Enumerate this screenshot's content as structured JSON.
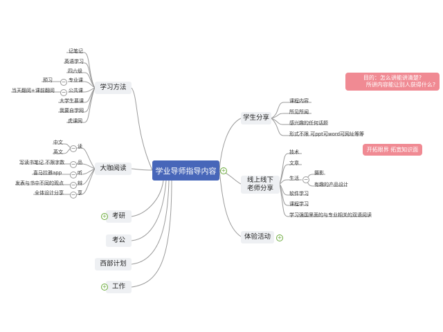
{
  "center": "学业导师指导内容",
  "callouts": {
    "goal_line1": "目的：怎么讲能讲清楚?",
    "goal_line2": "所讲内容能让别人获得什么?",
    "expand": "开拓眼界 拓宽知识面"
  },
  "left": {
    "study": {
      "title": "学习方法",
      "items": [
        "记笔记",
        "英语学习",
        "四六级",
        "专业课",
        "公共课",
        "大学生慕课",
        "我要自学网",
        "虎课网"
      ],
      "sub_preview": "预习",
      "sub_public": "当天翻阅+课前翻阅"
    },
    "reading": {
      "title": "大咖阅读",
      "du": "读",
      "du_items": [
        "中文",
        "英文"
      ],
      "pin": "品",
      "pin_item": "写读书笔记 不限字数",
      "ting": "听",
      "ting_item": "喜马拉雅app",
      "bian": "辩",
      "bian_item": "发表与书中不同的观点",
      "xiang": "享",
      "xiang_item": "全体设计分享"
    },
    "kaoyan": "考研",
    "kaogong": "考公",
    "xibu": "西部计划",
    "work": "工作"
  },
  "right": {
    "student": {
      "title": "学生分享",
      "items": [
        "课程内容",
        "所见所闻",
        "感兴趣的任何话题",
        "形式不限 可ppt可word可网址等等"
      ]
    },
    "teacher": {
      "title_line1": "线上线下",
      "title_line2": "老师分享",
      "tech": "技术",
      "article": "文章",
      "life": "生活",
      "life_items": [
        "摄影",
        "有趣的产品设计"
      ],
      "software": "软件学习",
      "course": "课程学习",
      "reading": "学习强国里面的与专业相关的双语阅读"
    },
    "activity": "体验活动"
  }
}
